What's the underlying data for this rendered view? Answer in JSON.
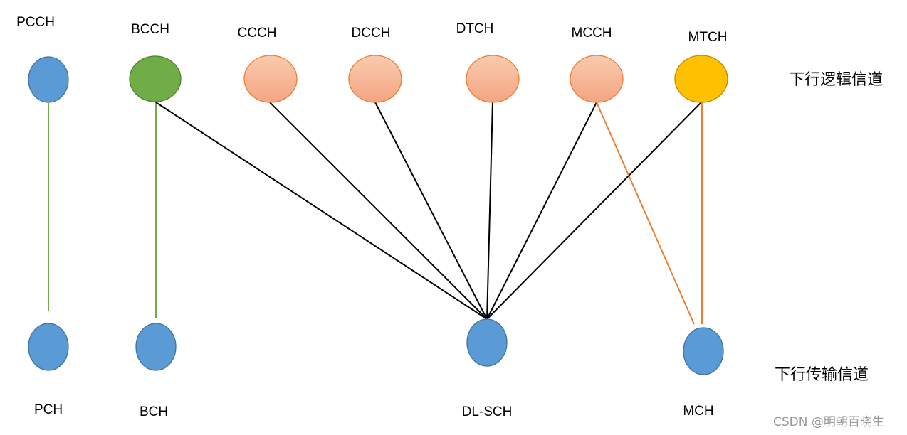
{
  "row_labels": {
    "logical": "下行逻辑信道",
    "transport": "下行传输信道"
  },
  "logical_channels": [
    {
      "id": "PCCH",
      "fill": "#5b9bd5",
      "stroke": "#41719c"
    },
    {
      "id": "BCCH",
      "fill": "#70ad47",
      "stroke": "#507e32"
    },
    {
      "id": "CCCH",
      "fill": "#f4b183",
      "stroke": "#ed7d31",
      "gradient": true
    },
    {
      "id": "DCCH",
      "fill": "#f4b183",
      "stroke": "#ed7d31",
      "gradient": true
    },
    {
      "id": "DTCH",
      "fill": "#f4b183",
      "stroke": "#ed7d31",
      "gradient": true
    },
    {
      "id": "MCCH",
      "fill": "#f4b183",
      "stroke": "#ed7d31",
      "gradient": true
    },
    {
      "id": "MTCH",
      "fill": "#ffc000",
      "stroke": "#bc8c00"
    }
  ],
  "transport_channels": [
    {
      "id": "PCH",
      "fill": "#5b9bd5",
      "stroke": "#41719c"
    },
    {
      "id": "BCH",
      "fill": "#5b9bd5",
      "stroke": "#41719c"
    },
    {
      "id": "DL-SCH",
      "fill": "#5b9bd5",
      "stroke": "#41719c"
    },
    {
      "id": "MCH",
      "fill": "#5b9bd5",
      "stroke": "#41719c"
    }
  ],
  "mappings": [
    {
      "from": "PCCH",
      "to": "PCH",
      "color": "#70ad47"
    },
    {
      "from": "BCCH",
      "to": "BCH",
      "color": "#70ad47"
    },
    {
      "from": "BCCH",
      "to": "DL-SCH",
      "color": "#000000"
    },
    {
      "from": "CCCH",
      "to": "DL-SCH",
      "color": "#000000"
    },
    {
      "from": "DCCH",
      "to": "DL-SCH",
      "color": "#000000"
    },
    {
      "from": "DTCH",
      "to": "DL-SCH",
      "color": "#000000"
    },
    {
      "from": "MCCH",
      "to": "DL-SCH",
      "color": "#000000"
    },
    {
      "from": "MTCH",
      "to": "DL-SCH",
      "color": "#000000"
    },
    {
      "from": "MCCH",
      "to": "MCH",
      "color": "#ed7d31"
    },
    {
      "from": "MTCH",
      "to": "MCH",
      "color": "#ed7d31"
    }
  ],
  "watermark": "CSDN @明朝百晓生"
}
